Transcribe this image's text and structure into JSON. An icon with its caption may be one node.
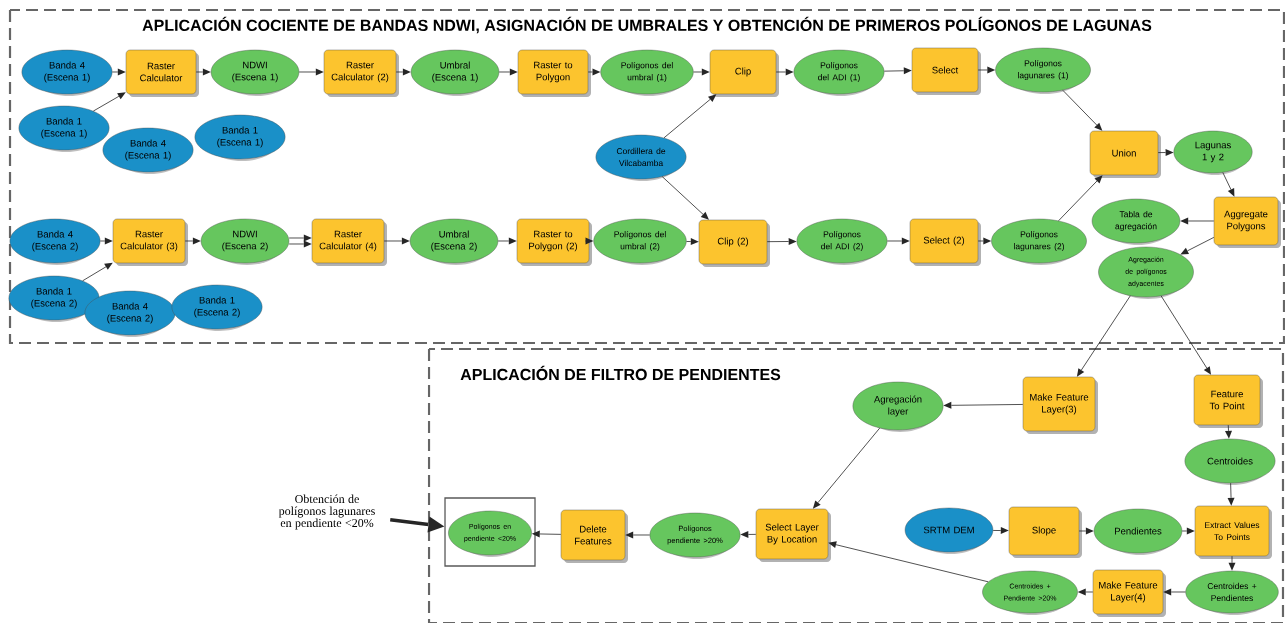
{
  "diagram": {
    "nodes": [
      {
        "text": [
          "APLICACIÓN COCIENTE DE BANDAS NDWI, ASIGNACIÓN DE UMBRALES Y OBTENCIÓN DE PRIMEROS POLÍGONOS DE LAGUNAS"
        ]
      },
      {
        "text": [
          "APLICACIÓN DE FILTRO DE PENDIENTES"
        ]
      },
      {
        "text": [
          "Banda 4 (Escena 1)"
        ],
        "in": 0
      },
      {
        "text": [
          "Raster Calculator"
        ],
        "in": 0
      },
      {
        "text": [
          "NDWI (Escena 1)"
        ],
        "in": 0
      },
      {
        "text": [
          "Raster Calculator (2)"
        ],
        "in": 0
      },
      {
        "text": [
          "Umbral (Escena 1)"
        ],
        "in": 0
      },
      {
        "text": [
          "Raster to Polygon"
        ],
        "in": 0
      },
      {
        "text": [
          "Polígonos del umbral (1)"
        ],
        "in": 0
      },
      {
        "text": [
          "Clip"
        ],
        "in": 0
      },
      {
        "text": [
          "Polígonos del ADI (1)"
        ],
        "in": 0
      },
      {
        "text": [
          "Select"
        ],
        "in": 0
      },
      {
        "text": [
          "Polígonos lagunares (1)"
        ],
        "in": 0
      },
      {
        "text": [
          "Banda 1 (Escena 1)"
        ],
        "in": 0
      },
      {
        "text": [
          "Banda 4 (Escena 1)"
        ],
        "in": 0
      },
      {
        "text": [
          "Banda 1 (Escena 1)"
        ],
        "in": 0
      },
      {
        "text": [
          "Cordillera de Vilcabamba"
        ],
        "in": 0
      },
      {
        "text": [
          "Union"
        ],
        "in": 0
      },
      {
        "text": [
          "Lagunas 1 y 2"
        ],
        "in": 0
      },
      {
        "text": [
          "Banda 4 (Escena 2)"
        ],
        "in": 0
      },
      {
        "text": [
          "Raster Calculator (3)"
        ],
        "in": 0
      },
      {
        "text": [
          "NDWI (Escena 2)"
        ],
        "in": 0
      },
      {
        "text": [
          "Raster Calculator (4)"
        ],
        "in": 0
      },
      {
        "text": [
          "Umbral (Escena 2)"
        ],
        "in": 0
      },
      {
        "text": [
          "Raster to Polygon (2)"
        ],
        "in": 0
      },
      {
        "text": [
          "Polígonos del umbral (2)"
        ],
        "in": 0
      },
      {
        "text": [
          "Clip (2)"
        ],
        "in": 0
      },
      {
        "text": [
          "Polígonos del ADI (2)"
        ],
        "in": 0
      },
      {
        "text": [
          "Select (2)"
        ],
        "in": 0
      },
      {
        "text": [
          "Polígonos lagunares (2)"
        ],
        "in": 0
      },
      {
        "text": [
          "Banda 1 (Escena 2)"
        ],
        "in": 0
      },
      {
        "text": [
          "Banda 4 (Escena 2)"
        ],
        "in": 0
      },
      {
        "text": [
          "Banda 1 (Escena 2)"
        ],
        "in": 0
      },
      {
        "text": [
          "Tabla de agregación"
        ],
        "in": 0
      },
      {
        "text": [
          "Aggregate Polygons"
        ],
        "in": 0
      },
      {
        "text": [
          "Agregación de polígonos adyacentes"
        ],
        "in": 0
      },
      {
        "text": [
          "Agregación layer"
        ],
        "in": 1
      },
      {
        "text": [
          "Make Feature Layer(3)"
        ],
        "in": 1
      },
      {
        "text": [
          "Feature To Point"
        ],
        "in": 1
      },
      {
        "text": [
          "Centroides"
        ],
        "in": 1
      },
      {
        "text": [
          "SRTM DEM"
        ],
        "in": 1
      },
      {
        "text": [
          "Slope"
        ],
        "in": 1
      },
      {
        "text": [
          "Pendientes"
        ],
        "in": 1
      },
      {
        "text": [
          "Extract Values To Points"
        ],
        "in": 1
      },
      {
        "text": [
          "Centroides + Pendientes"
        ],
        "in": 1
      },
      {
        "text": [
          "Make Feature Layer(4)"
        ],
        "in": 1
      },
      {
        "text": [
          "Centroides + Pendiente >20%"
        ],
        "in": 1
      },
      {
        "text": [
          "Select Layer By Location"
        ],
        "in": 1
      },
      {
        "text": [
          "Polígonos pendiente >20%"
        ],
        "in": 1
      },
      {
        "text": [
          "Delete Features"
        ],
        "in": 1
      },
      {
        "text": [],
        "shape": "box",
        "in": 1
      },
      {
        "text": [
          "Polígonos en pendiente <20%"
        ],
        "in": 50
      },
      {
        "text": [
          "Obtención de polígonos lagunares en pendiente <20%"
        ]
      }
    ],
    "edges": [
      {
        "from": 2,
        "to": 3,
        "arrow": "to"
      },
      {
        "from": 13,
        "to": 3,
        "arrow": "to"
      },
      {
        "from": 3,
        "to": 4,
        "arrow": "to"
      },
      {
        "from": 4,
        "to": 5,
        "arrow": "to"
      },
      {
        "from": 5,
        "to": 6,
        "arrow": "to"
      },
      {
        "from": 6,
        "to": 7,
        "arrow": "to"
      },
      {
        "from": 7,
        "to": 8,
        "arrow": "to"
      },
      {
        "from": 8,
        "to": 9,
        "arrow": "to"
      },
      {
        "from": 16,
        "to": 9,
        "arrow": "to"
      },
      {
        "from": 9,
        "to": 10,
        "arrow": "to"
      },
      {
        "from": 10,
        "to": 11,
        "arrow": "to"
      },
      {
        "from": 11,
        "to": 12,
        "arrow": "to"
      },
      {
        "from": 12,
        "to": 17,
        "arrow": "to"
      },
      {
        "from": 19,
        "to": 20,
        "arrow": "to"
      },
      {
        "from": 30,
        "to": 20,
        "arrow": "to"
      },
      {
        "from": 20,
        "to": 21,
        "arrow": "to"
      },
      {
        "from": 21,
        "to": 22,
        "arrow": "to"
      },
      {
        "from": 21,
        "to": 22,
        "arrow": "to"
      },
      {
        "from": 22,
        "to": 23,
        "arrow": "to"
      },
      {
        "from": 23,
        "to": 24,
        "arrow": "to"
      },
      {
        "from": 24,
        "to": 25,
        "arrow": "to"
      },
      {
        "from": 25,
        "to": 26,
        "arrow": "to"
      },
      {
        "from": 16,
        "to": 26,
        "arrow": "to"
      },
      {
        "from": 26,
        "to": 27,
        "arrow": "to"
      },
      {
        "from": 27,
        "to": 28,
        "arrow": "to"
      },
      {
        "from": 28,
        "to": 29,
        "arrow": "to"
      },
      {
        "from": 29,
        "to": 17,
        "arrow": "to"
      },
      {
        "from": 17,
        "to": 18,
        "arrow": "to"
      },
      {
        "from": 18,
        "to": 34,
        "arrow": "to"
      },
      {
        "from": 34,
        "to": 33,
        "arrow": "to"
      },
      {
        "from": 34,
        "to": 35,
        "arrow": "to"
      },
      {
        "from": 35,
        "to": 37,
        "arrow": "to"
      },
      {
        "from": 35,
        "to": 38,
        "arrow": "to"
      },
      {
        "from": 37,
        "to": 36,
        "arrow": "to"
      },
      {
        "from": 36,
        "to": 47,
        "arrow": "to"
      },
      {
        "from": 38,
        "to": 39,
        "arrow": "to"
      },
      {
        "from": 39,
        "to": 43,
        "arrow": "to"
      },
      {
        "from": 40,
        "to": 41,
        "arrow": "to"
      },
      {
        "from": 41,
        "to": 42,
        "arrow": "to"
      },
      {
        "from": 42,
        "to": 43,
        "arrow": "to"
      },
      {
        "from": 43,
        "to": 44,
        "arrow": "to"
      },
      {
        "from": 44,
        "to": 45,
        "arrow": "to"
      },
      {
        "from": 45,
        "to": 46,
        "arrow": "to"
      },
      {
        "from": 46,
        "to": 47,
        "arrow": "to"
      },
      {
        "from": 47,
        "to": 48,
        "arrow": "to"
      },
      {
        "from": 48,
        "to": 49,
        "arrow": "to"
      },
      {
        "from": 49,
        "to": 51,
        "arrow": "to"
      },
      {
        "from": 52,
        "to": 50,
        "arrow": "to",
        "style": "thick"
      }
    ]
  }
}
